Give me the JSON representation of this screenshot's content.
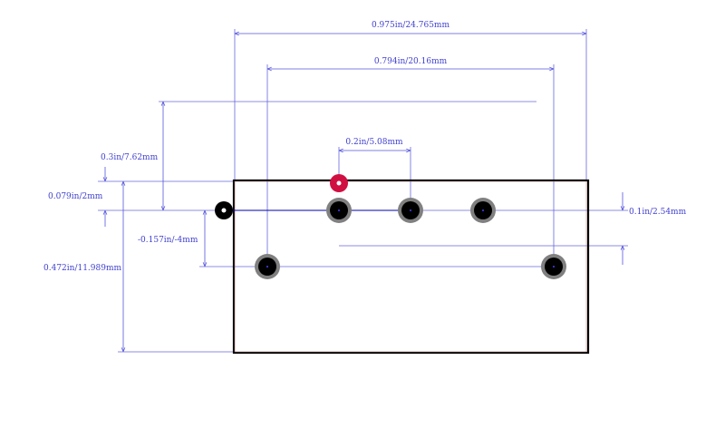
{
  "colors": {
    "dimension": "#5555dd",
    "outline": "#000000",
    "pad_ring": "#808080",
    "pad_center": "#000000",
    "pin1_marker": "#d01040",
    "origin_marker": "#000000"
  },
  "dimensions": {
    "overall_width": "0.975in/24.765mm",
    "pin_span": "0.794in/20.16mm",
    "pin_pitch": "0.2in/5.08mm",
    "top_offset": "0.3in/7.62mm",
    "origin_offset": "0.079in/2mm",
    "row_offset": "-0.157in/-4mm",
    "body_height": "0.472in/11.989mm",
    "row_spacing": "0.1in/2.54mm"
  },
  "pads": {
    "top_row_count": 3,
    "bottom_row_count": 2
  }
}
